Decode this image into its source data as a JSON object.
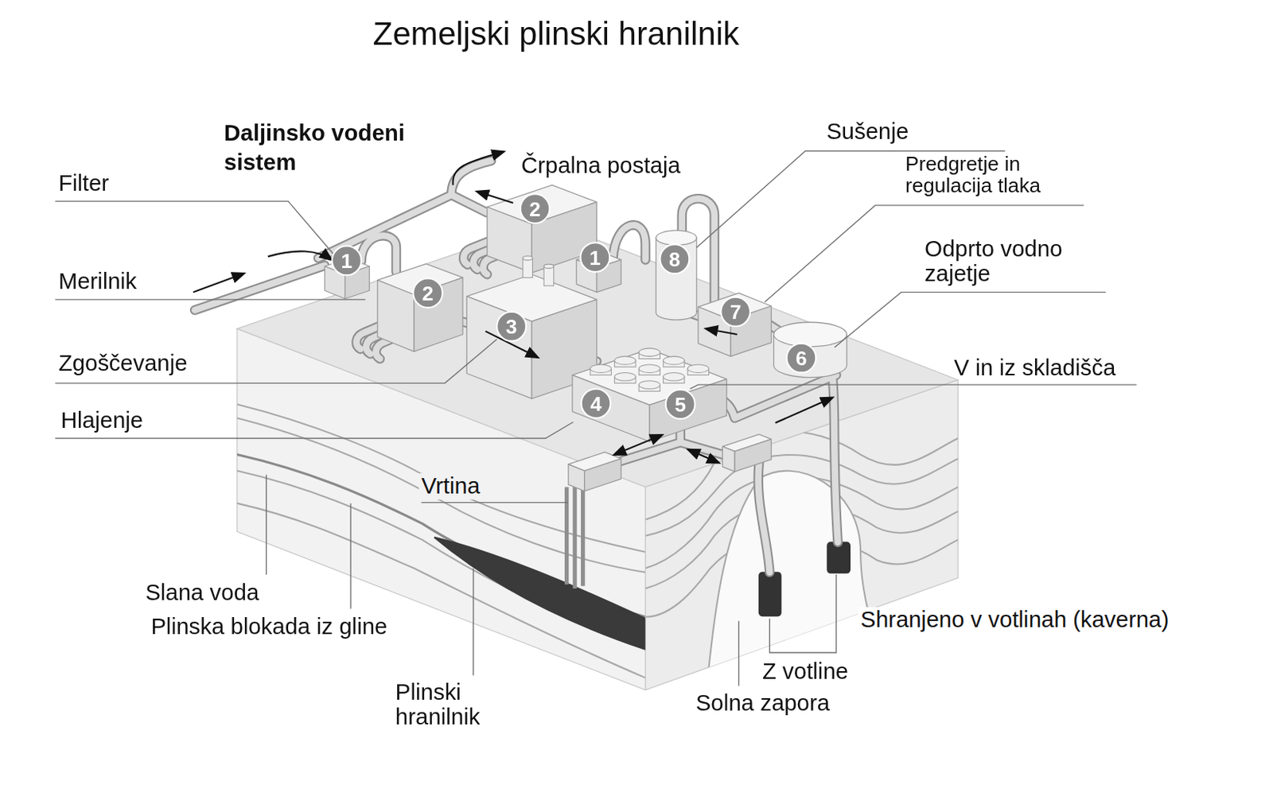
{
  "diagram": {
    "title": "Zemeljski plinski hranilnik",
    "labels": [
      "Daljinsko vodeni sistem",
      "Filter",
      "Črpalna postaja",
      "1",
      "Merilnik",
      "2",
      "1",
      "2",
      "3",
      "Sušenje",
      "8",
      "Predgretje in regulacija tlaka",
      "7",
      "Odprto vodno zajetje",
      "6",
      "Zgoščevanje",
      "V in iz skladišča",
      "Hlajenje",
      "4",
      "5",
      "Vrtina",
      "Slana voda",
      "Plinska blokada iz gline",
      "Shranjeno v votlinah (kaverna)",
      "Plinski hranilnik",
      "Z votline",
      "Solna zapora"
    ]
  }
}
